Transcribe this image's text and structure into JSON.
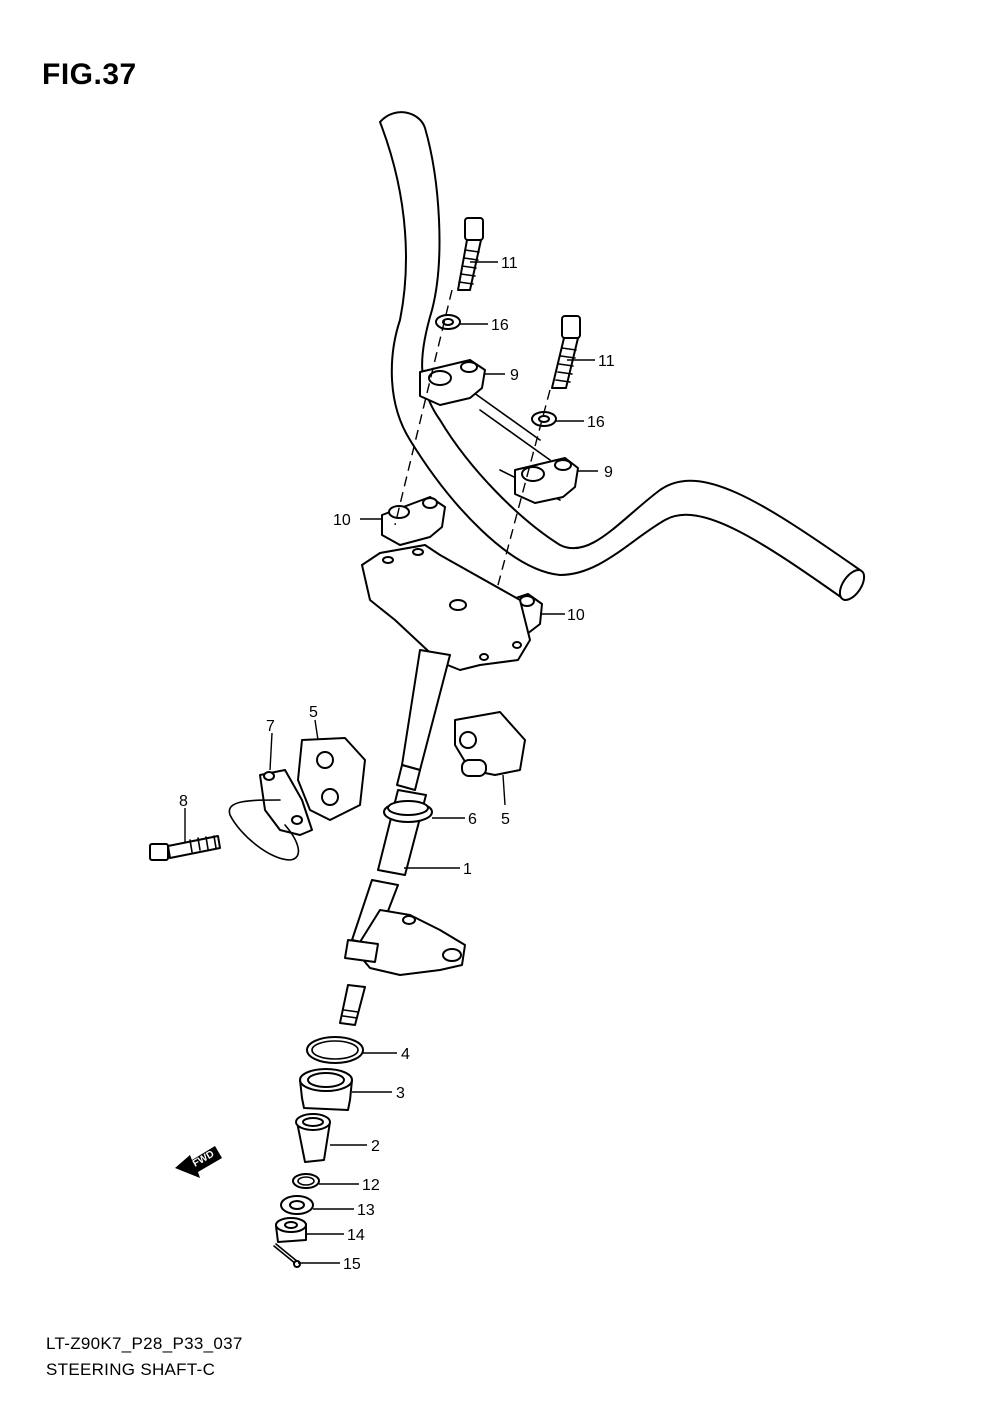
{
  "figure": {
    "title": "FIG.37",
    "model_code": "LT-Z90K7_P28_P33_037",
    "caption": "STEERING SHAFT-C"
  },
  "direction_arrow": {
    "icon": "forward-arrow-icon",
    "label": "FWD"
  },
  "callouts": {
    "c1": "1",
    "c2": "2",
    "c3": "3",
    "c4": "4",
    "c5a": "5",
    "c5b": "5",
    "c6": "6",
    "c7": "7",
    "c8": "8",
    "c9a": "9",
    "c9b": "9",
    "c10a": "10",
    "c10b": "10",
    "c11a": "11",
    "c11b": "11",
    "c12": "12",
    "c13": "13",
    "c14": "14",
    "c15": "15",
    "c16a": "16",
    "c16b": "16"
  }
}
